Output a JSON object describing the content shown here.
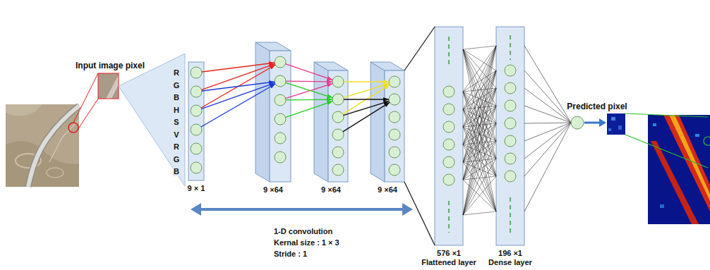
{
  "diagram": {
    "nodes": [
      {
        "text": [
          "9 × 1"
        ]
      },
      {
        "text": [
          "9 ×64"
        ]
      },
      {
        "text": [
          "9 ×64"
        ]
      },
      {
        "text": [
          "9 ×64"
        ]
      },
      {
        "text": [
          "576 ×1",
          "Flattened layer"
        ]
      },
      {
        "text": [
          "196 ×1",
          "Dense layer"
        ]
      }
    ],
    "edges": [
      {
        "from": 0,
        "to": 1,
        "arrow": "to"
      },
      {
        "from": 1,
        "to": 2,
        "arrow": "to"
      },
      {
        "from": 2,
        "to": 3,
        "arrow": "to"
      },
      {
        "from": 3,
        "to": 4,
        "arrow": "none"
      },
      {
        "from": 4,
        "to": 5,
        "arrow": "none"
      }
    ],
    "labels": [
      "Input image pixel",
      "R",
      "G",
      "B",
      "H",
      "S",
      "V",
      "R",
      "G",
      "B",
      "1-D convolution",
      "Kernal size : 1 × 3",
      "Stride : 1",
      "Predicted pixel"
    ]
  }
}
